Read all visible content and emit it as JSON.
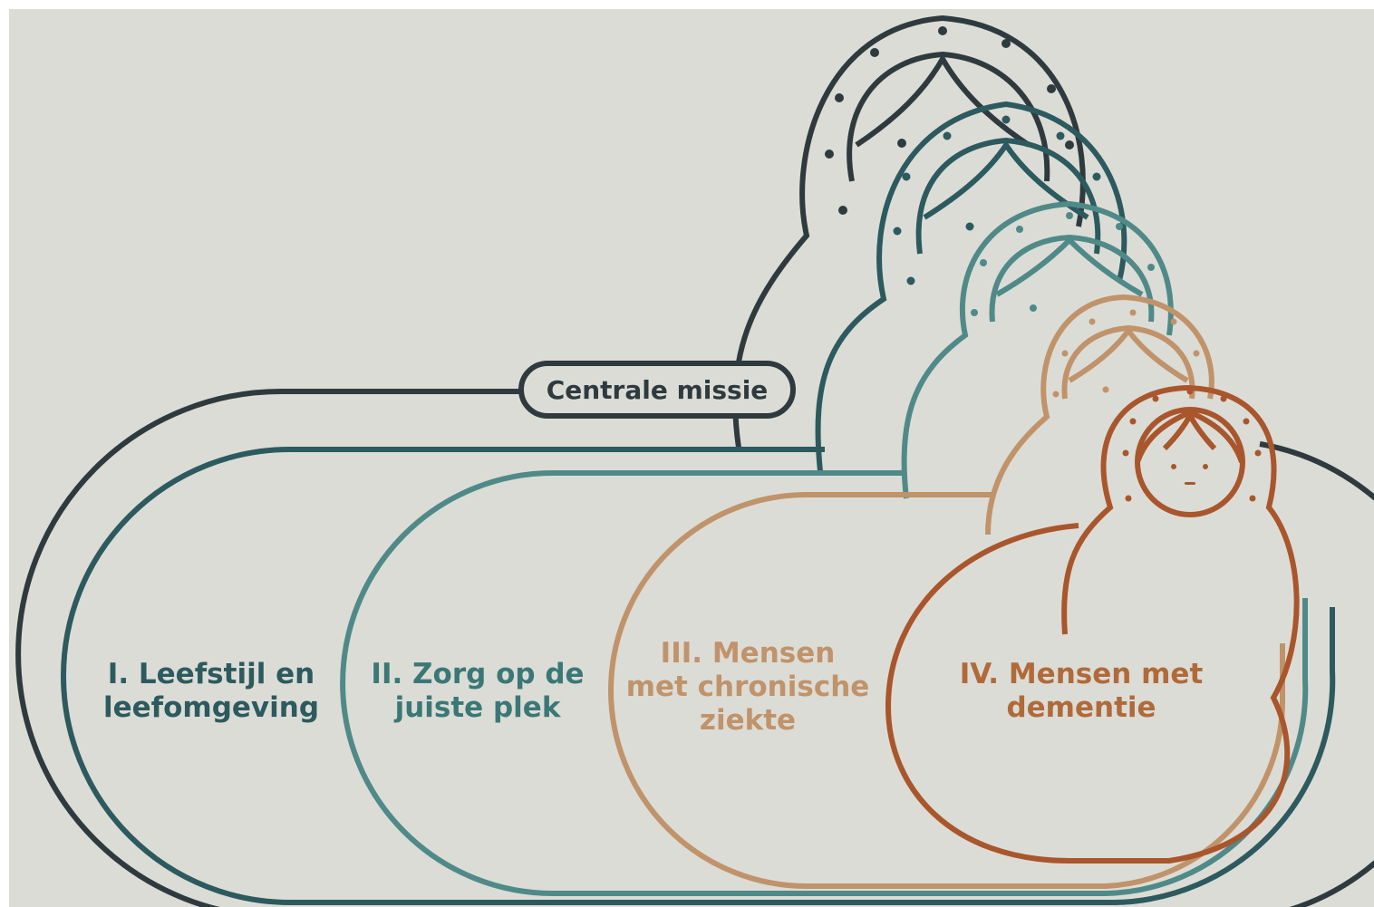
{
  "mission": {
    "label": "Centrale missie"
  },
  "zones": [
    {
      "lines": [
        "I. Leefstijl en",
        "leefomgeving"
      ],
      "color": "#2c5a5e"
    },
    {
      "lines": [
        "II. Zorg op de",
        "juiste plek"
      ],
      "color": "#3a7876"
    },
    {
      "lines": [
        "III. Mensen",
        "met chronische",
        "ziekte"
      ],
      "color": "#c0936a"
    },
    {
      "lines": [
        "IV. Mensen met",
        "dementie"
      ],
      "color": "#b06a3a"
    }
  ],
  "colors": {
    "background": "#dcdcd6",
    "ring_0": "#2f3a3f",
    "ring_1": "#2c5a5e",
    "ring_2": "#4f8a88",
    "ring_3": "#c0936a",
    "ring_4": "#a9562c"
  },
  "icons": [
    "matryoshka-doll-icon"
  ]
}
